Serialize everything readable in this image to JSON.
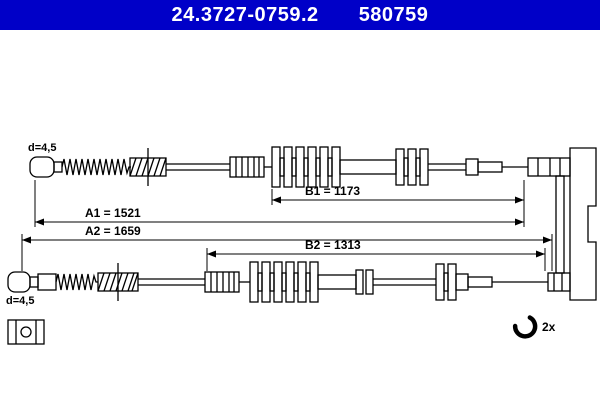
{
  "header": {
    "part_number": "24.3727-0759.2",
    "ref_number": "580759"
  },
  "colors": {
    "header_bg": "#0000C8",
    "header_text": "#FFFFFF",
    "line": "#000000"
  },
  "labels": {
    "cable1_diameter": "d=4,5",
    "cable1_a": "A1 = 1521",
    "cable1_b": "B1 = 1173",
    "cable2_diameter": "d=4,5",
    "cable2_a": "A2 = 1659",
    "cable2_b": "B2 = 1313",
    "clip_quantity": "2x"
  }
}
